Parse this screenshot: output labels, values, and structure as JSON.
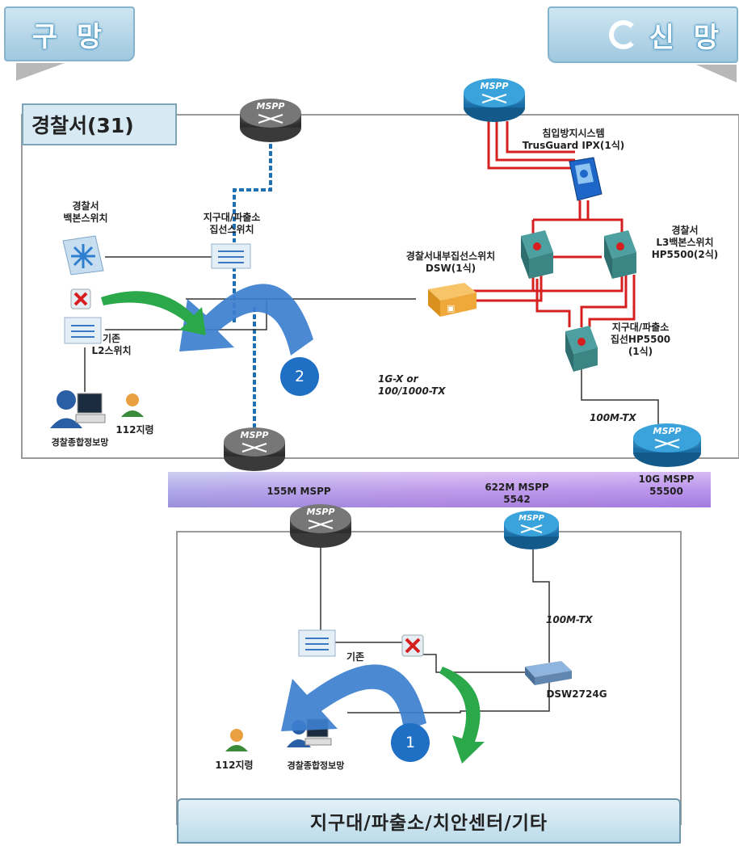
{
  "banners": {
    "old": "구 망",
    "new": "신 망"
  },
  "zone_title": "경찰서(31)",
  "bottom_title": "지구대/파출소/치안센터/기타",
  "labels": {
    "ips_line1": "침입방지시스템",
    "ips_line2": "TrusGuard IPX(1식)",
    "backbone_line1": "경찰서",
    "backbone_line2": "백본스위치",
    "agg_line1": "지구대/파출소",
    "agg_line2": "집선스위치",
    "dsw_line1": "경찰서내부집선스위치",
    "dsw_line2": "DSW(1식)",
    "l3_line1": "경찰서",
    "l3_line2": "L3백본스위치",
    "l3_line3": "HP5500(2식)",
    "l2_line1": "기존",
    "l2_line2": "L2스위치",
    "hp_line1": "지구대/파출소",
    "hp_line2": "집선HP5500",
    "hp_line3": "(1식)",
    "speed_1g_line1": "1G-X or",
    "speed_1g_line2": "100/1000-TX",
    "speed_100m_top": "100M-TX",
    "speed_100m_bottom": "100M-TX",
    "user_112_top": "112지령",
    "comp_top": "경찰종합정보망",
    "mspp_155": "155M MSPP",
    "mspp_622_line1": "622M MSPP",
    "mspp_622_line2": "5542",
    "mspp_10g_line1": "10G MSPP",
    "mspp_10g_line2": "55500",
    "existing_bottom": "기존",
    "dsw2724": "DSW2724G",
    "user_112_bottom": "112지령",
    "comp_bottom": "경찰종합정보망"
  },
  "router_badge": "MSPP",
  "steps": {
    "one": "1",
    "two": "2"
  },
  "colors": {
    "old_link": "#1f6fb5",
    "new_link": "#d62020",
    "bottom_link": "#333333",
    "migrate_arrow": "#3d7fcf",
    "switch_arrow": "#2aa84a"
  }
}
